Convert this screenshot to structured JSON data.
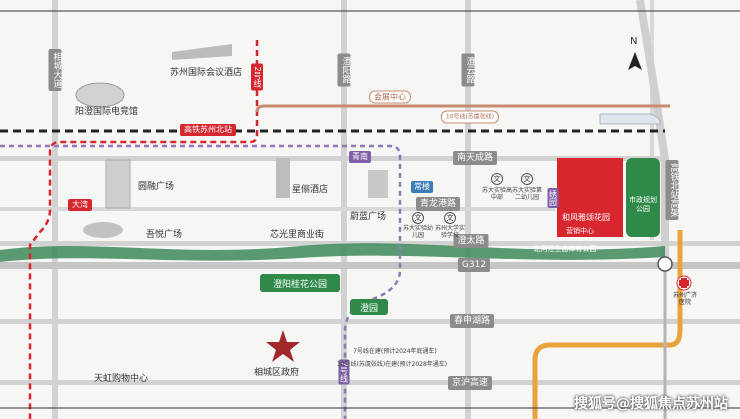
{
  "roads": {
    "xiangcheng_dadao": "相城大道",
    "chengyang_lu": "澄阳路",
    "chengyun_lu": "澄云路",
    "nantiancheng_lu": "南天成路",
    "qinglonggang_lu": "青龙港路",
    "chengtai_lu": "澄太路",
    "g312": "G312",
    "chunshenhu_lu": "春申湖路",
    "jinghu_gaosu": "京沪高速",
    "gaotie_beizhan_gaojia": "高铁北站高架"
  },
  "metro": {
    "line2": "2号线",
    "line10": "10号线(苏虞张线)",
    "line7": "7号线",
    "station_huizhan": "会展中心",
    "station_gaotie": "高铁苏州北站",
    "station_dawan": "大湾",
    "station_qingnan": "青南",
    "station_changlou": "常楼",
    "station_xiuyu": "绣园",
    "station_chengyuan": "澄园",
    "note_line7": "7号线在建(预计2024年底通车)",
    "note_line10": "10号线(苏虞张线)在建(预计2028年通车)"
  },
  "pois": {
    "conference_hotel": "苏州国际会议酒店",
    "esports_hall": "阳澄国际电竞馆",
    "yuanrong_plaza": "圆融广场",
    "wuyue_plaza": "吾悦广场",
    "xingli_hotel": "星俪酒店",
    "weilan_plaza": "蔚蓝广场",
    "xindongli": "芯光里商业街",
    "tianhong": "天虹购物中心",
    "district_gov": "相城区政府",
    "guihua_park": "澄阳桂花公园",
    "zhengzheng_park": "市政规划公园",
    "sports_park": "北河泾生态体育公园",
    "hospital": "苏州广济医院",
    "school1": "苏大实验高中部",
    "school2": "苏大实验第二幼儿园",
    "school3": "苏大实验幼儿园",
    "school4": "苏州大学实验学校",
    "edu_icon": "文"
  },
  "project": {
    "name": "和风雅颂花园",
    "sales": "营销中心"
  },
  "compass": "N",
  "watermark": "搜狐号@搜狐焦点苏州站",
  "colors": {
    "red": "#d7262e",
    "green": "#2f8a4a",
    "purple": "#7d5fa7",
    "brown": "#c88b72",
    "orange": "#e8a33c",
    "road": "#cfcfcf",
    "river": "#3d8a5a"
  }
}
